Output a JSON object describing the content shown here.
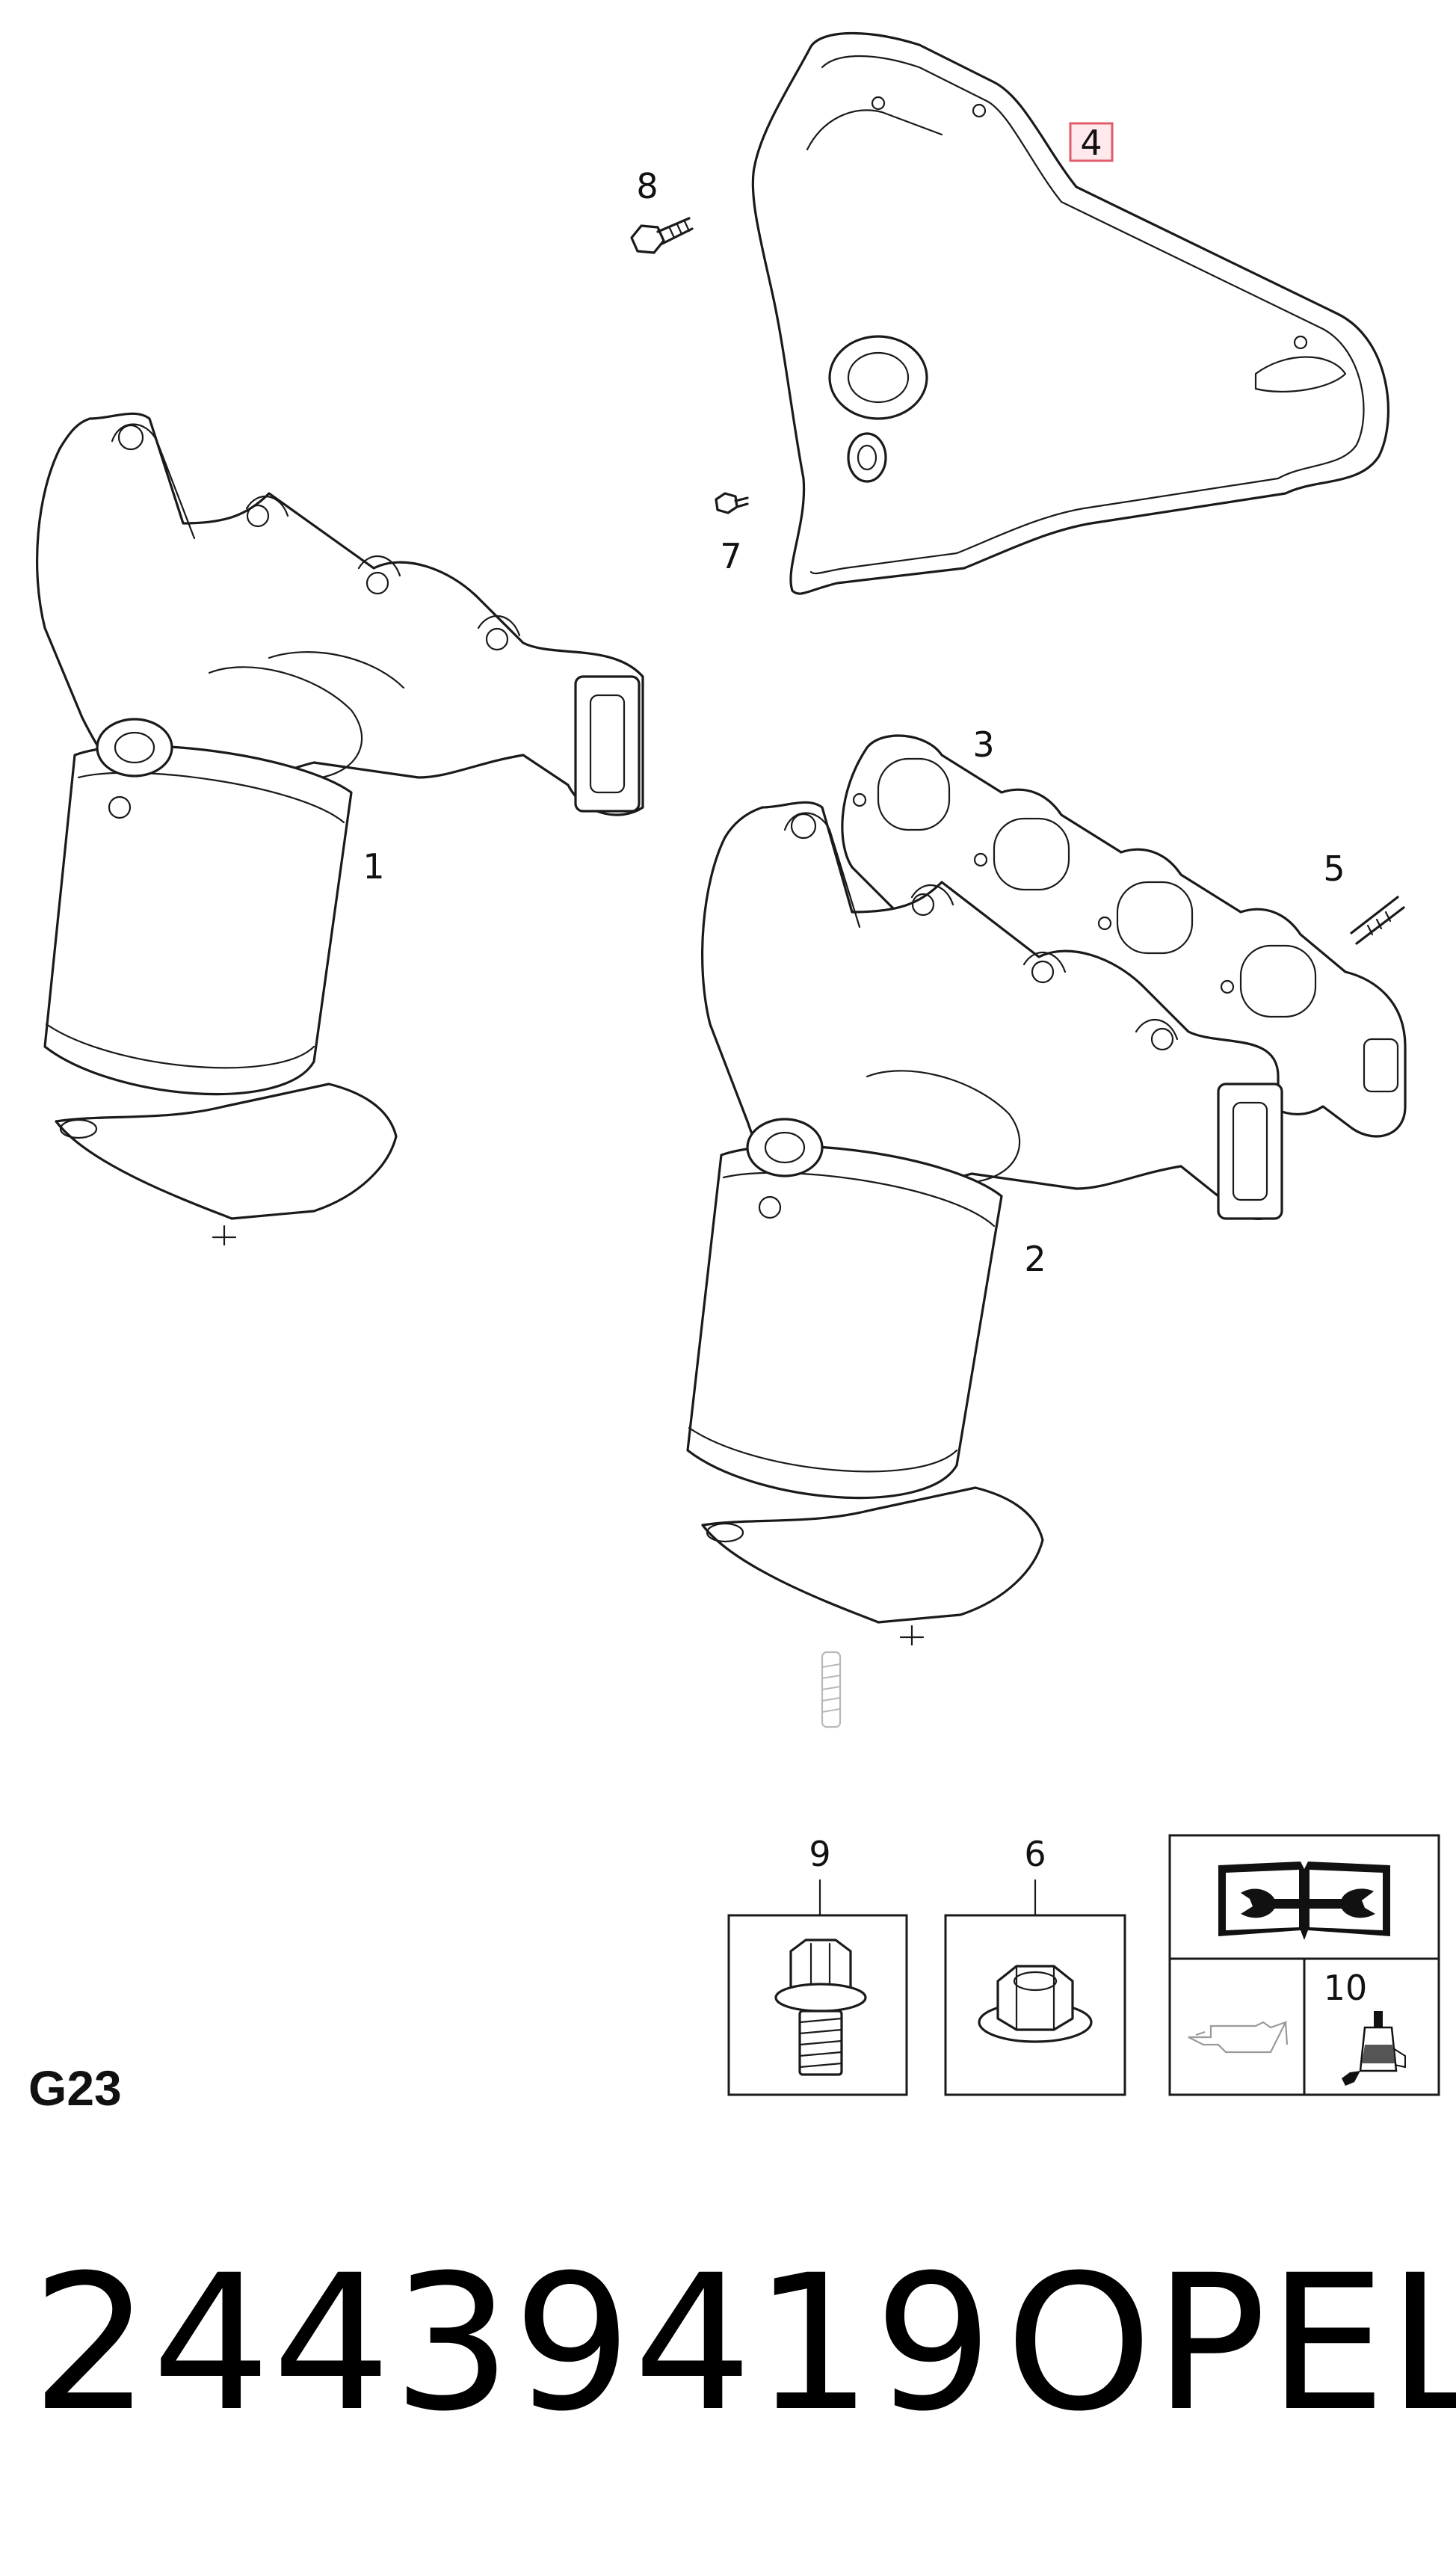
{
  "callouts": {
    "c1": "1",
    "c2": "2",
    "c3": "3",
    "c4": "4",
    "c5": "5",
    "c6": "6",
    "c7": "7",
    "c8": "8",
    "c9": "9",
    "c10": "10"
  },
  "section_code": "G23",
  "part_number": "24439419",
  "brand": "OPEL",
  "colors": {
    "highlight_box": "#e05c6a",
    "line": "#1a1a1a"
  },
  "icons": [
    "manual-wrench-icon",
    "oil-level-icon",
    "sealant-tube-icon"
  ]
}
